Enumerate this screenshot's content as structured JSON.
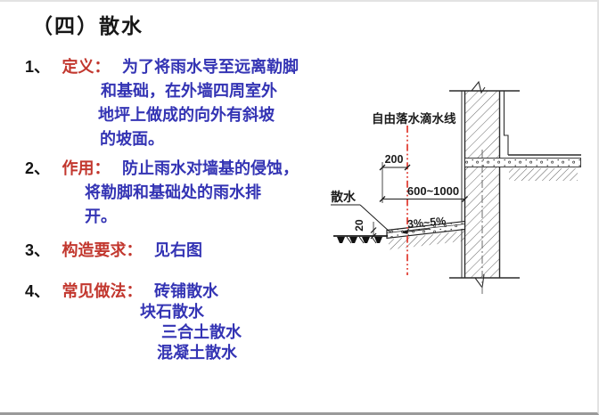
{
  "slide": {
    "title": "（四）散水",
    "items": [
      {
        "num": "1、",
        "label": "定义：",
        "lines": [
          "为了将雨水导至远离勒脚",
          "和基础，在外墙四周室外",
          "地坪上做成的向外有斜坡",
          "的坡面。"
        ]
      },
      {
        "num": "2、",
        "label": "作用：",
        "lines": [
          "防止雨水对墙基的侵蚀，",
          "将勒脚和基础处的雨水排",
          "开。"
        ]
      },
      {
        "num": "3、",
        "label": "构造要求：",
        "lines": [
          "见右图"
        ]
      },
      {
        "num": "4、",
        "label": "常见做法：",
        "lines": [
          "砖铺散水",
          "块石散水",
          "三合土散水",
          "混凝土散水"
        ]
      }
    ]
  },
  "diagram": {
    "drip_line_label": "自由落水滴水线",
    "apron_label": "散水",
    "dims": {
      "drip_offset": "200",
      "apron_width": "600~1000",
      "slope": "3%~5%",
      "edge_height": "20"
    },
    "colors": {
      "drip_line_red": "#e0362c",
      "label_red": "#c2372e",
      "body_blue": "#3434b4"
    }
  }
}
